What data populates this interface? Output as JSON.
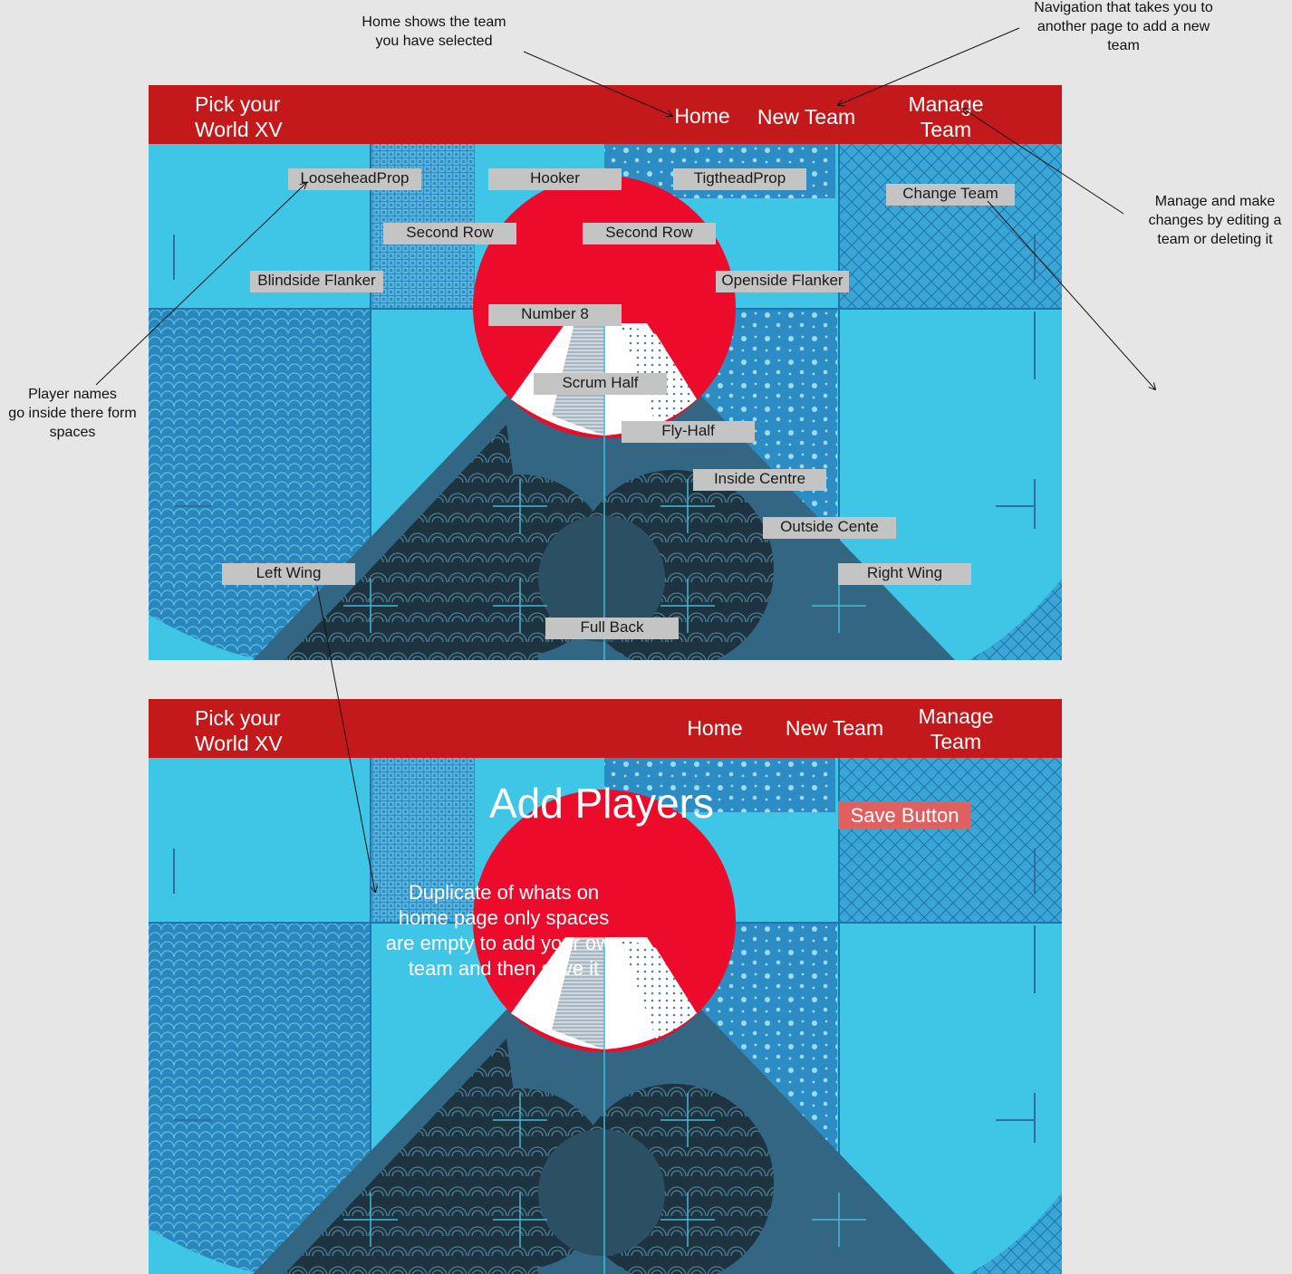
{
  "annotations": {
    "home_note": [
      "Home shows the team",
      "you have selected"
    ],
    "new_team_note": [
      "Navigation that takes you to",
      "another page to add a new",
      "team"
    ],
    "manage_note": [
      "Manage and make",
      "changes by editing a",
      "team or deleting it"
    ],
    "players_note": [
      "Player names",
      "go inside there form",
      "spaces"
    ]
  },
  "home_page": {
    "brand": [
      "Pick your",
      "World XV"
    ],
    "nav": {
      "home": "Home",
      "new_team": "New Team",
      "manage": [
        "Manage",
        "Team"
      ]
    },
    "change_team": "Change Team",
    "positions": {
      "loosehead_prop": "LooseheadProp",
      "hooker": "Hooker",
      "tighthead_prop": "TigtheadProp",
      "second_row_left": "Second Row",
      "second_row_right": "Second Row",
      "blindside_flanker": "Blindside Flanker",
      "openside_flanker": "Openside Flanker",
      "number_8": "Number 8",
      "scrum_half": "Scrum Half",
      "fly_half": "Fly-Half",
      "inside_centre": "Inside Centre",
      "outside_centre": "Outside Cente",
      "left_wing": "Left Wing",
      "right_wing": "Right Wing",
      "full_back": "Full Back"
    }
  },
  "new_team_page": {
    "brand": [
      "Pick your",
      "World XV"
    ],
    "nav": {
      "home": "Home",
      "new_team": "New Team",
      "manage": [
        "Manage",
        "Team"
      ]
    },
    "title": "Add Players",
    "save_button": "Save Button",
    "description": [
      "Duplicate of whats on",
      "home page only spaces",
      "are empty to add your own",
      "team and then save it"
    ]
  },
  "colors": {
    "header": "#c4191b",
    "sun": "#ec0b2a",
    "sky": "#3fc6e6",
    "pattern_blue": "#2b8fc4",
    "mountain": "#326682",
    "input_slot": "#c4c4c4",
    "save_button": "#e0605f"
  }
}
